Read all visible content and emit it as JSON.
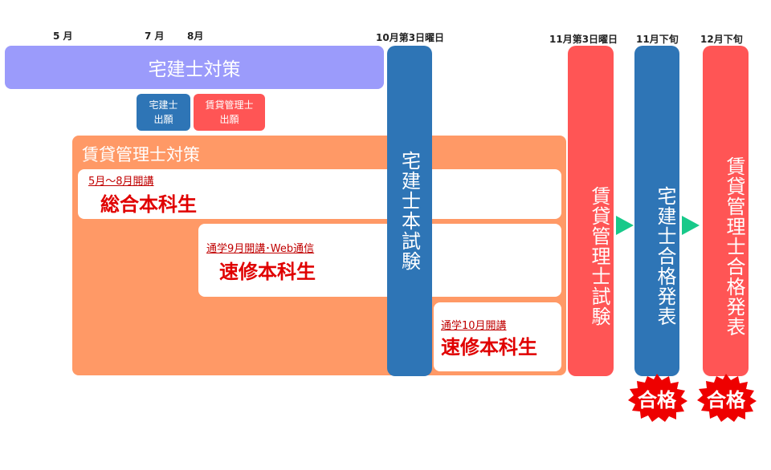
{
  "headers": {
    "may": "5 月",
    "july": "7 月",
    "aug": "8月",
    "oct": "10月第3日曜日",
    "nov3": "11月第3日曜日",
    "nov_late": "11月下旬",
    "dec_early": "12月下旬"
  },
  "takken_prep": "宅建士対策",
  "takken_application": "宅建士\n出願",
  "chintai_application": "賃貸管理士\n出願",
  "chintai_prep": "賃貸管理士対策",
  "courses": [
    {
      "label": "5月～8月開講",
      "name": "総合本科生"
    },
    {
      "label": "通学9月開講･Web通信",
      "name": "速修本科生"
    },
    {
      "label": "通学10月開講",
      "name": "速修本科生"
    }
  ],
  "takken_exam": "宅建士本試験",
  "chintai_exam": "賃貸管理士試験",
  "takken_result": "宅建士合格発表",
  "chintai_result": "賃貸管理士合格発表",
  "badge_takken": "合格",
  "badge_chintai": "合格",
  "colors": {
    "purple": "#9b9bfb",
    "blue": "#2e75b6",
    "red": "#ff5555",
    "orange": "#ff9966",
    "arrow": "#18c98a",
    "badge": "#ee0000"
  }
}
